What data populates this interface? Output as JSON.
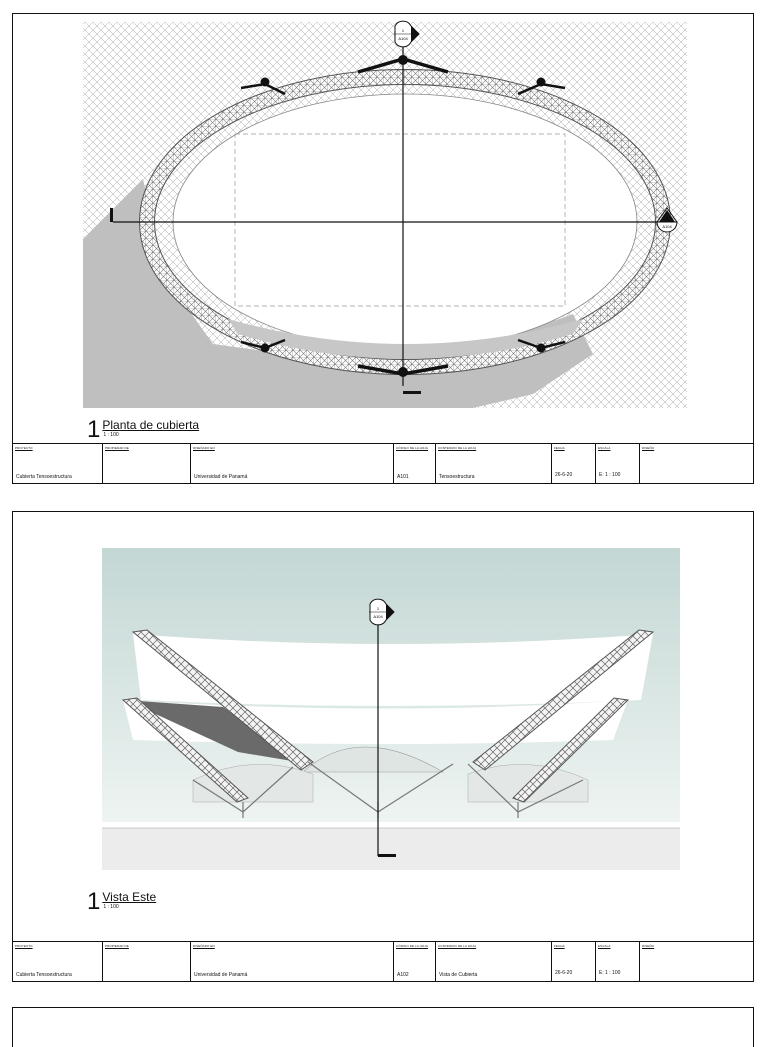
{
  "sheets": [
    {
      "view_number": "1",
      "view_name": "Planta de cubierta",
      "view_scale": "1 : 100",
      "section_marks": [
        {
          "number": "1",
          "sheet": "A104"
        },
        {
          "number": "2",
          "sheet": "A104"
        }
      ],
      "titleblock": {
        "labels": [
          "PROYECTO",
          "PROPIEDAD DE",
          "DISEÑADO EN",
          "CÓDIGO DE LA HOJA",
          "CONTENIDO DE LA HOJA",
          "FECHA",
          "ESCALA",
          "DISEÑO"
        ],
        "values": [
          "Cubierta Tensoestructura",
          "",
          "Universidad de Panamá",
          "A101",
          "Tensoestructura",
          "26-6-20",
          "E: 1 : 100",
          ""
        ]
      }
    },
    {
      "view_number": "1",
      "view_name": "Vista Este",
      "view_scale": "1 : 100",
      "section_marks": [
        {
          "number": "1",
          "sheet": "A104"
        }
      ],
      "titleblock": {
        "labels": [
          "PROYECTO",
          "PROPIEDAD DE",
          "DISEÑADO EN",
          "CÓDIGO DE LA HOJA",
          "CONTENIDO DE LA HOJA",
          "FECHA",
          "ESCALA",
          "DISEÑO"
        ],
        "values": [
          "Cubierta Tensoestructura",
          "",
          "Universidad de Panamá",
          "A102",
          "Vista de Cubierta",
          "26-6-20",
          "E: 1 : 100",
          ""
        ]
      }
    }
  ],
  "colors": {
    "line": "#111111",
    "shade": "#bdbdbd",
    "hatch": "#9a9a9a",
    "sky_top": "#c6d9d6",
    "sky_bottom": "#eef4f2",
    "ground": "#ececec"
  }
}
